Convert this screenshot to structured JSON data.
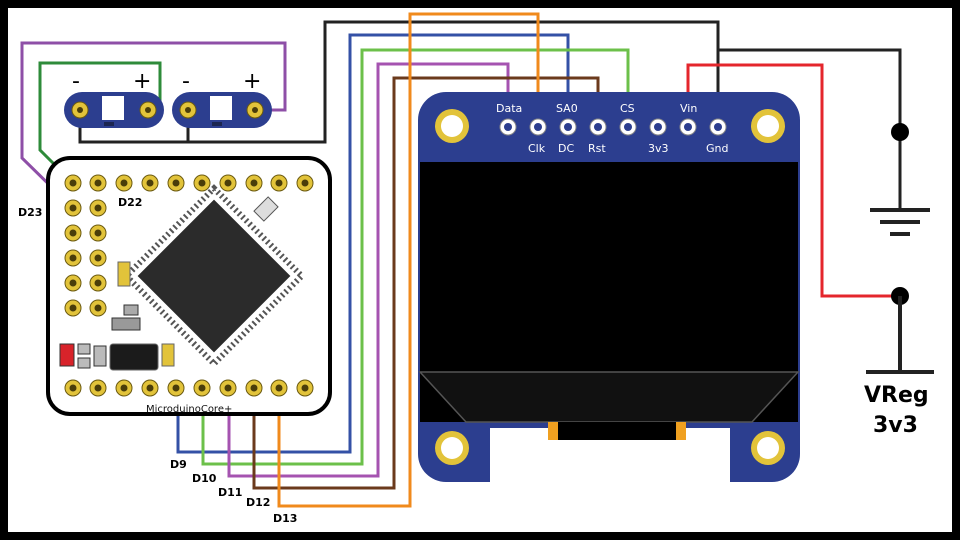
{
  "board": {
    "name": "MicroduinoCore+",
    "pin_label_d22": "D22",
    "pin_label_d23": "D23"
  },
  "bottom_pins": [
    "D9",
    "D10",
    "D11",
    "D12",
    "D13"
  ],
  "battery": {
    "minus": "-",
    "plus": "+"
  },
  "oled": {
    "top_labels": [
      "Data",
      "SA0",
      "CS",
      "Vin"
    ],
    "bottom_labels": [
      "Clk",
      "DC",
      "Rst",
      "3v3",
      "Gnd"
    ]
  },
  "vreg": {
    "line1": "VReg",
    "line2": "3v3"
  },
  "wire_colors": {
    "purple": "#8e4fa7",
    "green": "#2e8b3a",
    "blue": "#3451a6",
    "lightgreen": "#6cc04a",
    "violet": "#a553b0",
    "brown": "#6b3a1c",
    "orange": "#f08a1c",
    "red": "#e4262c",
    "black": "#222222"
  },
  "colors": {
    "board_blue": "#2c3e8f",
    "gold": "#e2c33a",
    "chip": "#2b2b2b"
  }
}
